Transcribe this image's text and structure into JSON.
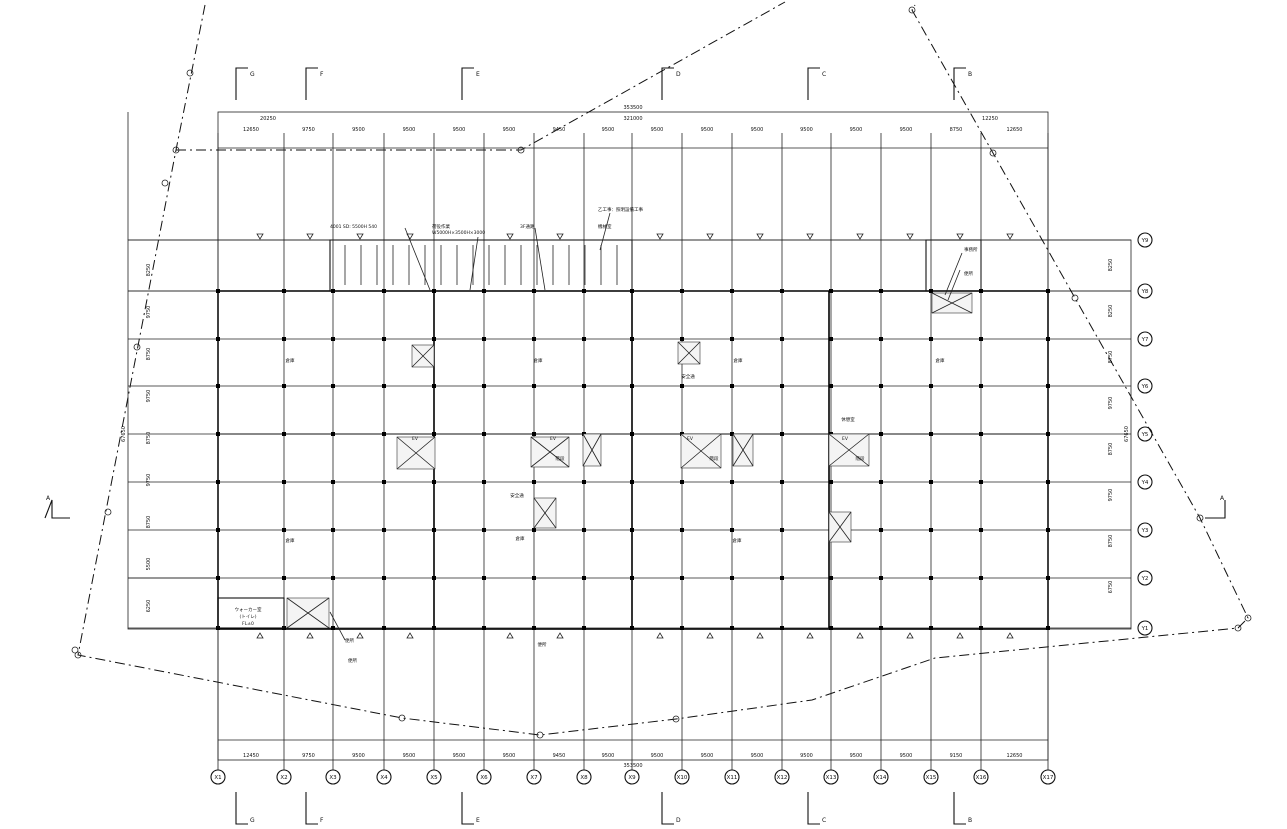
{
  "dimensions": {
    "top_total": "353500",
    "top_inner": "321000",
    "top_left_outer": "20250",
    "top_right_outer": "12250",
    "top_bays": [
      "12650",
      "9750",
      "9500",
      "9500",
      "9500",
      "9500",
      "9450",
      "9500",
      "9500",
      "9500",
      "9500",
      "9500",
      "9500",
      "9500",
      "8750",
      "12650"
    ],
    "bottom_total": "353500",
    "bottom_bays": [
      "12450",
      "9750",
      "9500",
      "9500",
      "9500",
      "9500",
      "9450",
      "9500",
      "9500",
      "9500",
      "9500",
      "9500",
      "9500",
      "9500",
      "9150",
      "12650"
    ],
    "left_spans": [
      "8250",
      "9750",
      "8750",
      "9750",
      "8750",
      "9750",
      "8750",
      "5500",
      "6250"
    ],
    "left_total": "67650",
    "right_spans": [
      "8250",
      "8250",
      "8750",
      "9750",
      "8750",
      "9750",
      "8750",
      "6750"
    ],
    "right_total": "67650"
  },
  "grid": {
    "x_labels": [
      "X1",
      "X2",
      "X3",
      "X4",
      "X5",
      "X6",
      "X7",
      "X8",
      "X9",
      "X10",
      "X11",
      "X12",
      "X13",
      "X14",
      "X15",
      "X16",
      "X17"
    ],
    "y_labels": [
      "Y9",
      "Y8",
      "Y7",
      "Y6",
      "Y5",
      "Y4",
      "Y3",
      "Y2",
      "Y1"
    ]
  },
  "section_marks": {
    "top": [
      "G",
      "F",
      "E",
      "D",
      "C",
      "B"
    ],
    "bottom": [
      "G",
      "F",
      "E",
      "D",
      "C",
      "B"
    ],
    "side": [
      "A",
      "A"
    ]
  },
  "notes": [
    "4001 SD: 5500H 540",
    "荷役作業",
    "W5000H×3500H×3000",
    "3F通路",
    "乙工事：照明設備工事",
    "機械室",
    "倉庫",
    "倉庫",
    "倉庫",
    "倉庫",
    "倉庫",
    "倉庫",
    "安全通",
    "安全通",
    "休憩室",
    "事務所",
    "ウォーカー室",
    "(トイレ)",
    "FL±0",
    "EV",
    "EV",
    "EV",
    "EV",
    "階段",
    "階段",
    "階段",
    "倉庫",
    "便所",
    "便所",
    "便所",
    "便所"
  ]
}
